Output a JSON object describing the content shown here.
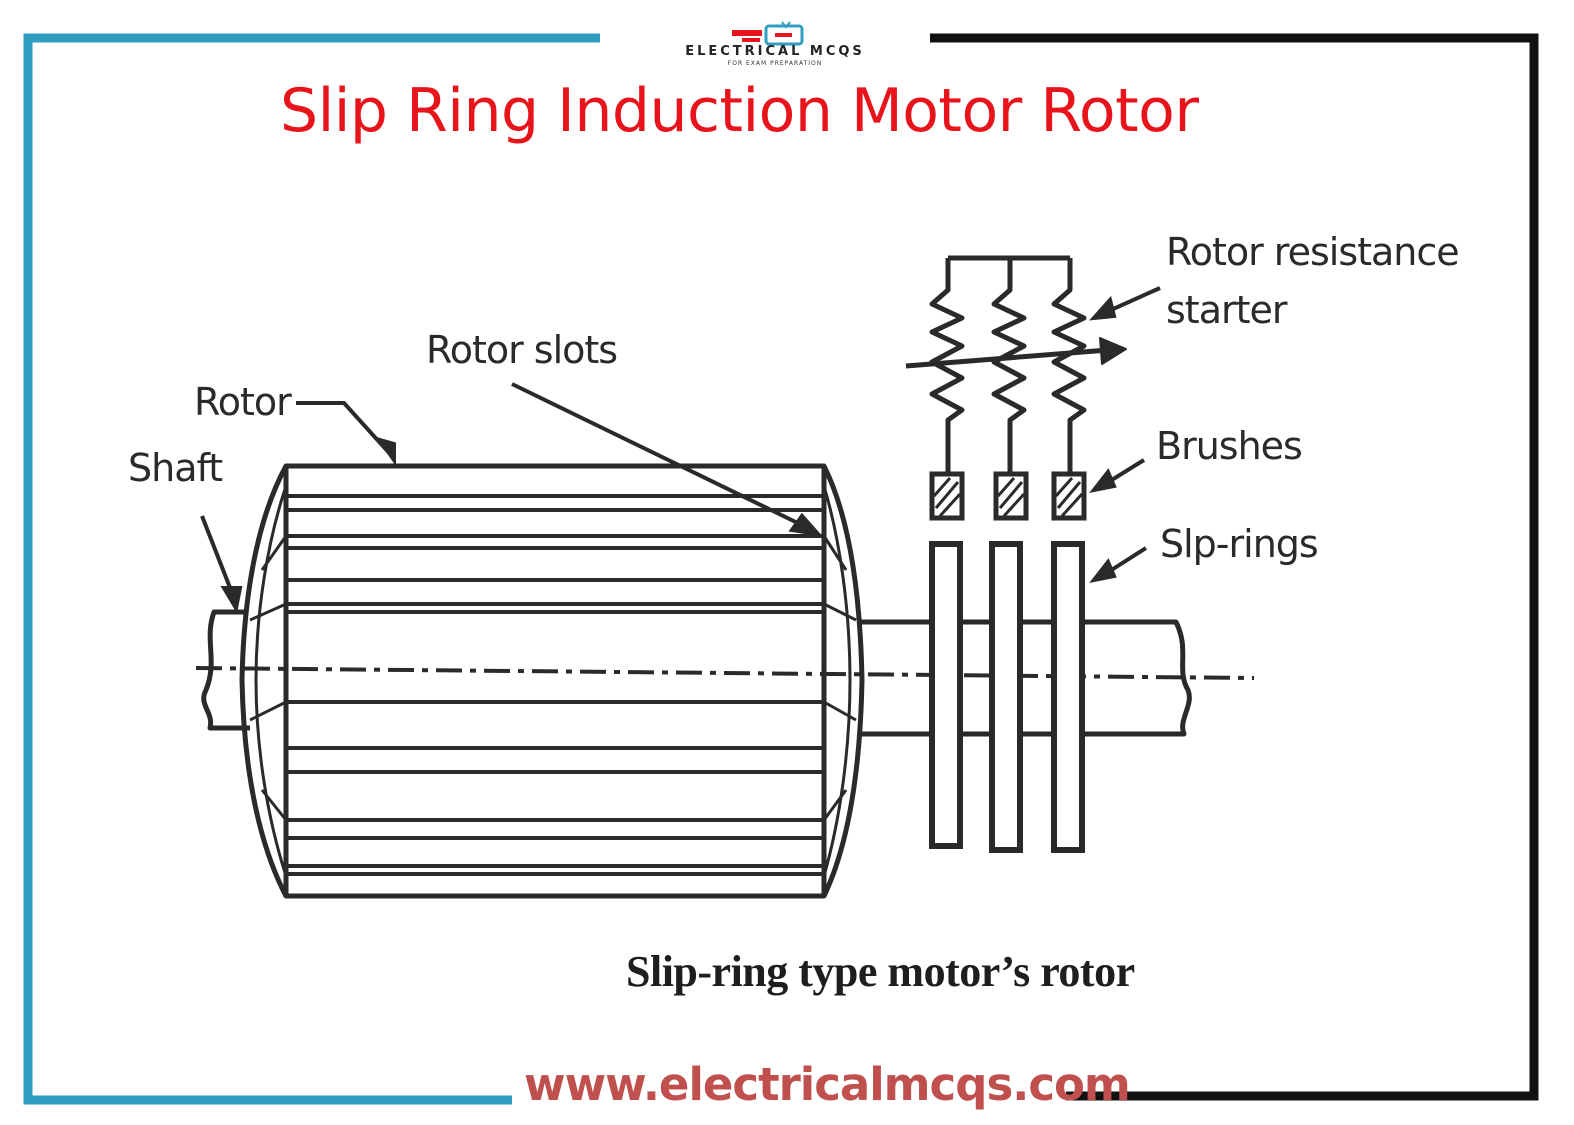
{
  "title": "Slip Ring Induction Motor Rotor",
  "logo": {
    "name": "ELECTRICAL MCQS",
    "tagline": "FOR EXAM PREPARATION"
  },
  "labels": {
    "rotor_resistance_line1": "Rotor resistance",
    "rotor_resistance_line2": "starter",
    "rotor_slots": "Rotor slots",
    "rotor": "Rotor",
    "shaft": "Shaft",
    "brushes": "Brushes",
    "slip_rings": "Slp-rings"
  },
  "caption": "Slip-ring type motor’s rotor",
  "website": "www.electricalmcqs.com",
  "colors": {
    "title": "#e8141b",
    "frame_left": "#2f9fc1",
    "frame_right": "#111111",
    "website": "#c0504d",
    "ink": "#2a2a2a"
  }
}
